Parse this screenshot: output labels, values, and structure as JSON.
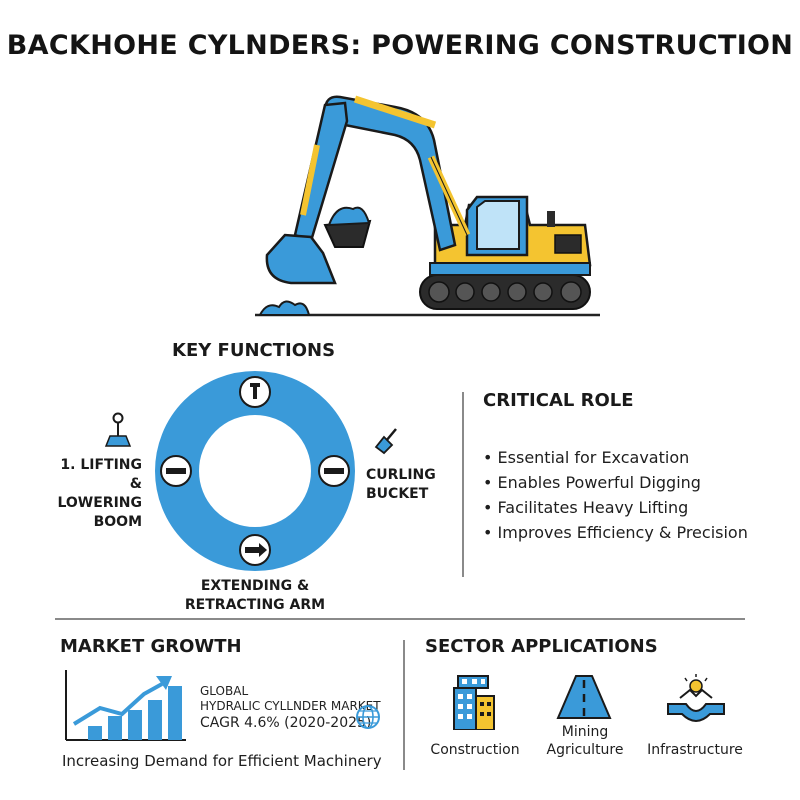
{
  "title": "BACKHOHE CYLNDERS: POWERING CONSTRUCTION",
  "key_functions": {
    "heading": "KEY FUNCTIONS",
    "left_label_1": "1. LIFTING",
    "left_label_2": "& LOWERING",
    "left_label_3": "BOOM",
    "right_label_1": "CURLING",
    "right_label_2": "BUCKET",
    "bottom_label_1": "EXTENDING &",
    "bottom_label_2": "RETRACTING ARM"
  },
  "critical_role": {
    "heading": "CRITICAL ROLE",
    "items": [
      "Essential for Excavation",
      "Enables Powerful Digging",
      "Facilitates Heavy Lifting",
      "Improves Efficiency & Precision"
    ]
  },
  "market_growth": {
    "heading": "MARKET GROWTH",
    "line1": "GLOBAL",
    "line2": "HYDRALIC CYLLNDER MARKET",
    "line3": "CAGR 4.6% (2020-2025)",
    "footer": "Increasing Demand for Efficient Machinery"
  },
  "sector_applications": {
    "heading": "SECTOR APPLICATIONS",
    "items": [
      {
        "label": "Construction"
      },
      {
        "label": "Mining",
        "label2": "Agriculture"
      },
      {
        "label": "Infrastructure"
      }
    ]
  },
  "colors": {
    "blue": "#3a9ad9",
    "yellow": "#f4c430",
    "dark": "#1a1a1a"
  }
}
